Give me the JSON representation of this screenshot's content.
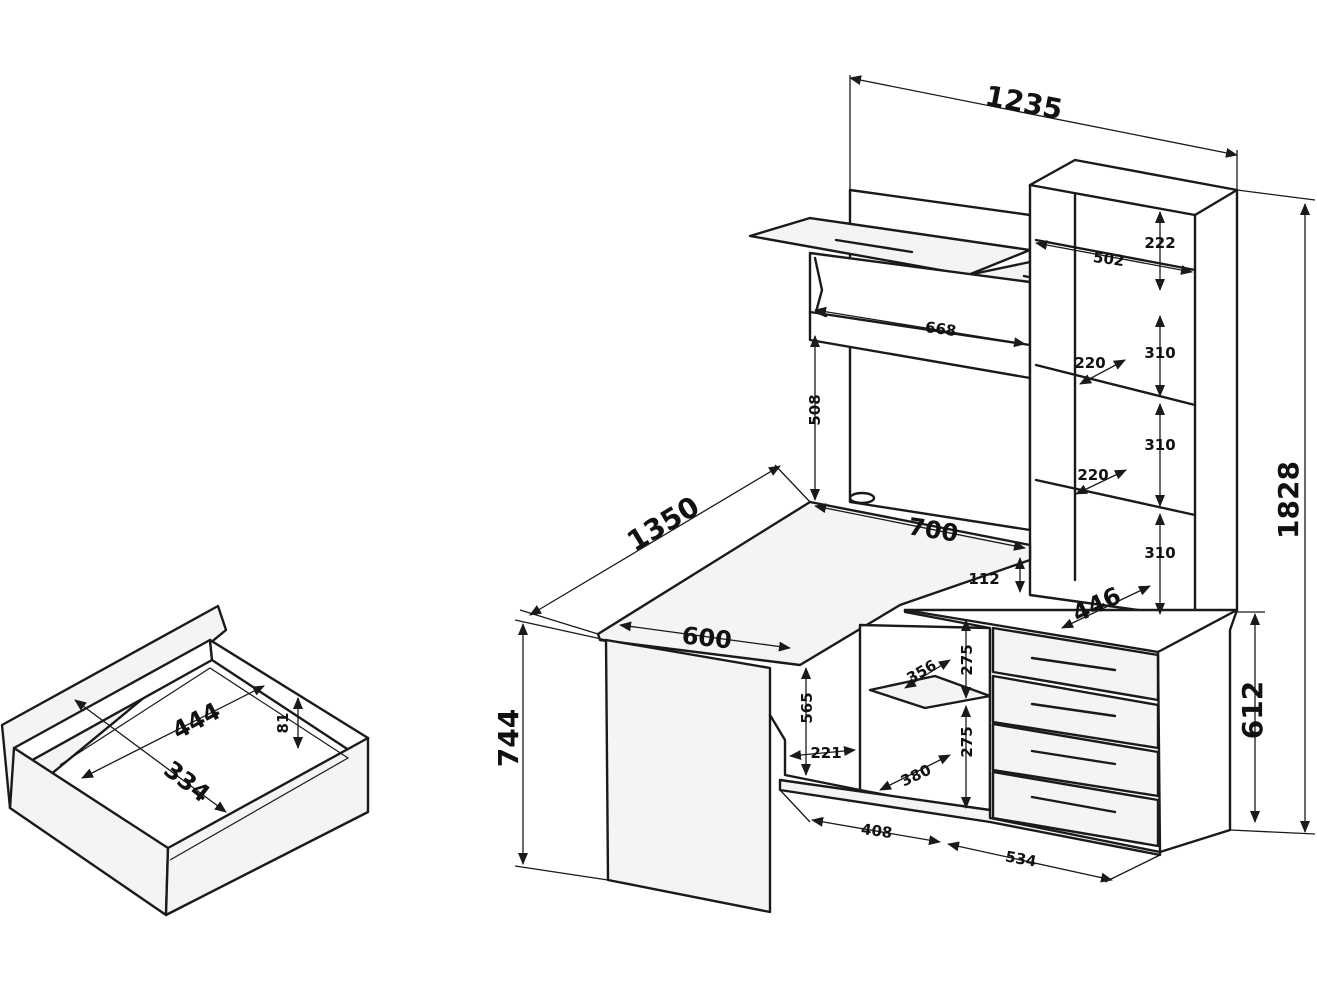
{
  "colors": {
    "line": "#1a1a1a",
    "background": "#ffffff",
    "panel": "#f4f4f4"
  },
  "dimensions": {
    "overall_width": "1235",
    "overall_height": "1828",
    "desk_length": "1350",
    "desk_height": "744",
    "cabinet_height": "612",
    "top_shelf_height": "222",
    "top_shelf_width": "502",
    "upper_shelf_width": "668",
    "hutch_clearance": "508",
    "shelf_gap_1": "310",
    "shelf_gap_2": "310",
    "shelf_gap_3": "310",
    "shelf_depth_1": "220",
    "shelf_depth_2": "220",
    "desk_depth_back": "700",
    "desk_depth_front": "600",
    "corner_offset": "112",
    "cabinet_depth": "446",
    "under_shelf_depth": "356",
    "under_gap_1": "275",
    "under_gap_2": "275",
    "leg_clearance": "565",
    "footrest_depth": "221",
    "bottom_shelf_depth": "380",
    "base_width_left": "408",
    "base_width_right": "534",
    "drawer_length": "444",
    "drawer_width": "334",
    "drawer_height": "81"
  }
}
